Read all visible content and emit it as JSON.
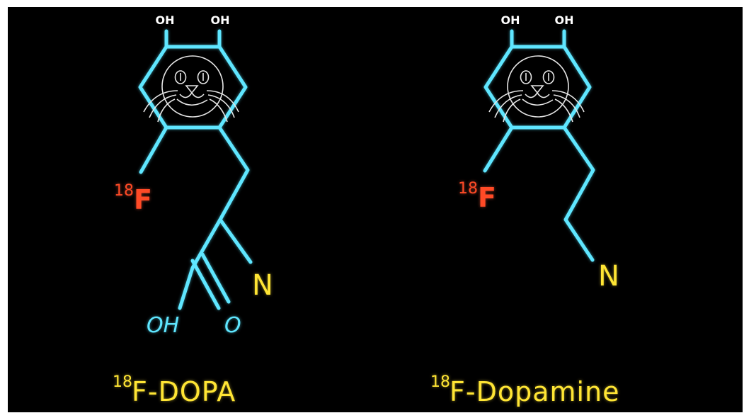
{
  "colors": {
    "background": "#000000",
    "bond": "#5fe6ff",
    "fluorine": "#ff4a26",
    "nitrogen_label": "#ffe534",
    "cat_face": "#e6e6e6",
    "hydroxyl_top": "#ffffff",
    "caption": "#ffe534"
  },
  "molecules": [
    {
      "caption": {
        "isotope": "18",
        "text": "F-DOPA"
      },
      "hydroxyl_left": "OH",
      "hydroxyl_right": "OH",
      "fluorine": {
        "isotope": "18",
        "symbol": "F"
      },
      "amine": "N",
      "carboxyl_oh": "OH",
      "carboxyl_o": "O"
    },
    {
      "caption": {
        "isotope": "18",
        "text": "F-Dopamine"
      },
      "hydroxyl_left": "OH",
      "hydroxyl_right": "OH",
      "fluorine": {
        "isotope": "18",
        "symbol": "F"
      },
      "amine": "N"
    }
  ]
}
